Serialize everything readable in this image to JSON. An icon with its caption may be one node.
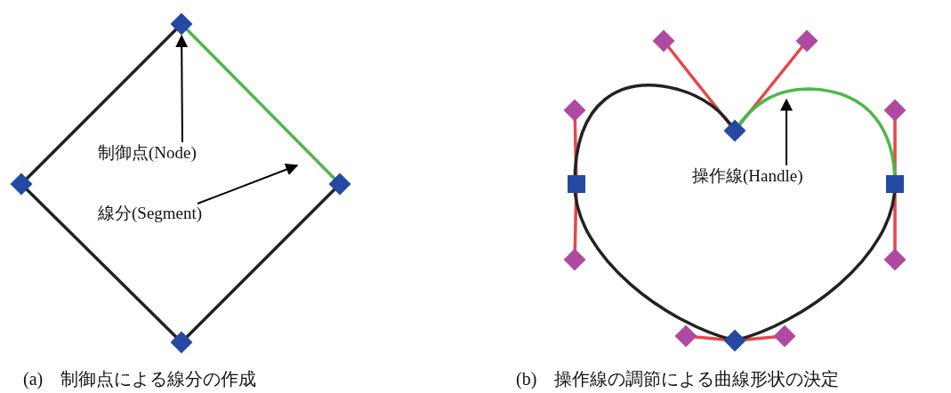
{
  "diagram": {
    "nodes": [
      {
        "text": [
          "制御点(Node)"
        ]
      },
      {
        "text": [],
        "shape": "diamond"
      },
      {
        "text": [
          "線分(Segment)"
        ]
      },
      {
        "text": [
          "操作線(Handle)"
        ]
      }
    ],
    "edges": [
      {
        "from": 0,
        "to": 1,
        "arrow": "to"
      },
      {
        "from": 2,
        "to": null,
        "arrow": "to"
      },
      {
        "from": 3,
        "to": null,
        "arrow": "to"
      }
    ],
    "labels": [
      "(a)　制御点による線分の作成",
      "(b)　操作線の調節による曲線形状の決定"
    ]
  }
}
